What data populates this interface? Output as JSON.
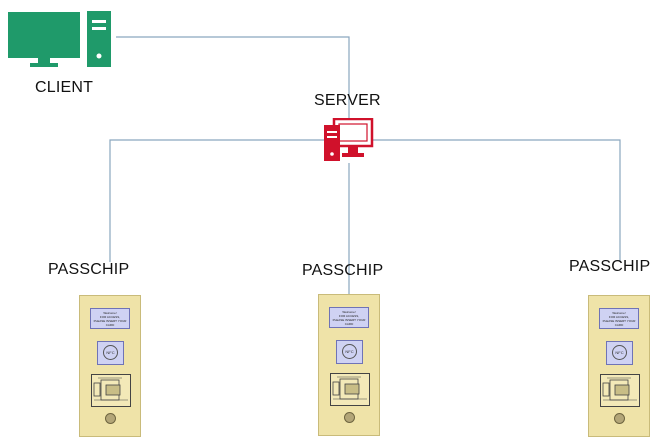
{
  "nodes": {
    "client": {
      "label": "CLIENT",
      "icon": "desktop-computer-icon",
      "color": "#1f9a6a"
    },
    "server": {
      "label": "SERVER",
      "icon": "server-computer-icon",
      "color": "#d0112b"
    },
    "passchips": [
      {
        "label": "PASSCHIP",
        "icon": "card-terminal-icon"
      },
      {
        "label": "PASSCHIP",
        "icon": "card-terminal-icon"
      },
      {
        "label": "PASSCHIP",
        "icon": "card-terminal-icon"
      }
    ]
  },
  "connector_color": "#8aa6bf",
  "device_screen": {
    "lines": [
      "Welcome!",
      "FOR ACCESS,",
      "PLEASE INSERT YOUR CARD"
    ]
  },
  "device_nfc_label": "NFC"
}
